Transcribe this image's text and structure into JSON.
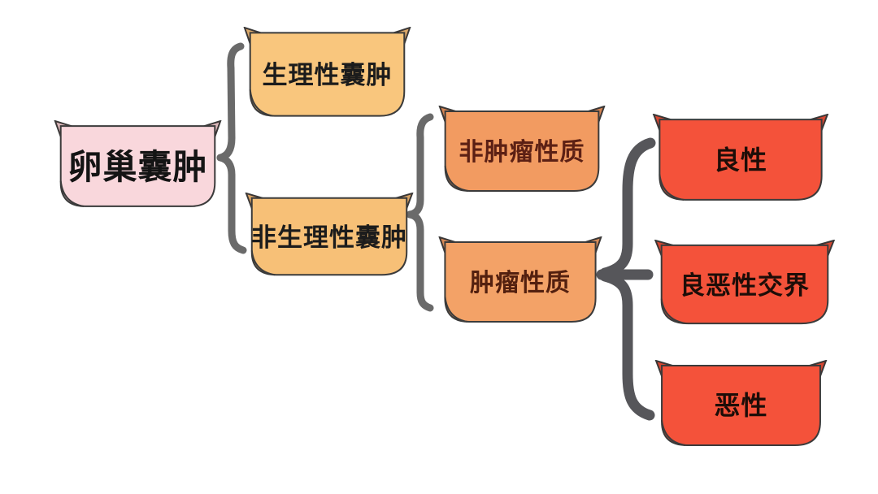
{
  "diagram": {
    "background_color": "#ffffff",
    "outline_color": "#3b3b3b",
    "connectors": {
      "brace_color": "#6a6a6a",
      "branch_color": "#56565a"
    },
    "nodes": {
      "root": {
        "label": "卵巢囊肿",
        "fill": "#f9d7dc",
        "text_color": "#141414"
      },
      "physiological": {
        "label": "生理性囊肿",
        "fill": "#f9c67d",
        "text_color": "#1c1c1c"
      },
      "non_physiological": {
        "label": "非生理性囊肿",
        "fill": "#f7c077",
        "text_color": "#1c1c1c"
      },
      "non_neoplastic": {
        "label": "非肿瘤性质",
        "fill": "#f29b61",
        "text_color": "#5c2014"
      },
      "neoplastic": {
        "label": "肿瘤性质",
        "fill": "#f3a267",
        "text_color": "#53200f"
      },
      "benign": {
        "label": "良性",
        "fill": "#f4523a",
        "text_color": "#1d0d08"
      },
      "borderline": {
        "label": "良恶性交界",
        "fill": "#f4523a",
        "text_color": "#1d0d08"
      },
      "malignant": {
        "label": "恶性",
        "fill": "#f4523a",
        "text_color": "#1d0d08"
      }
    }
  }
}
